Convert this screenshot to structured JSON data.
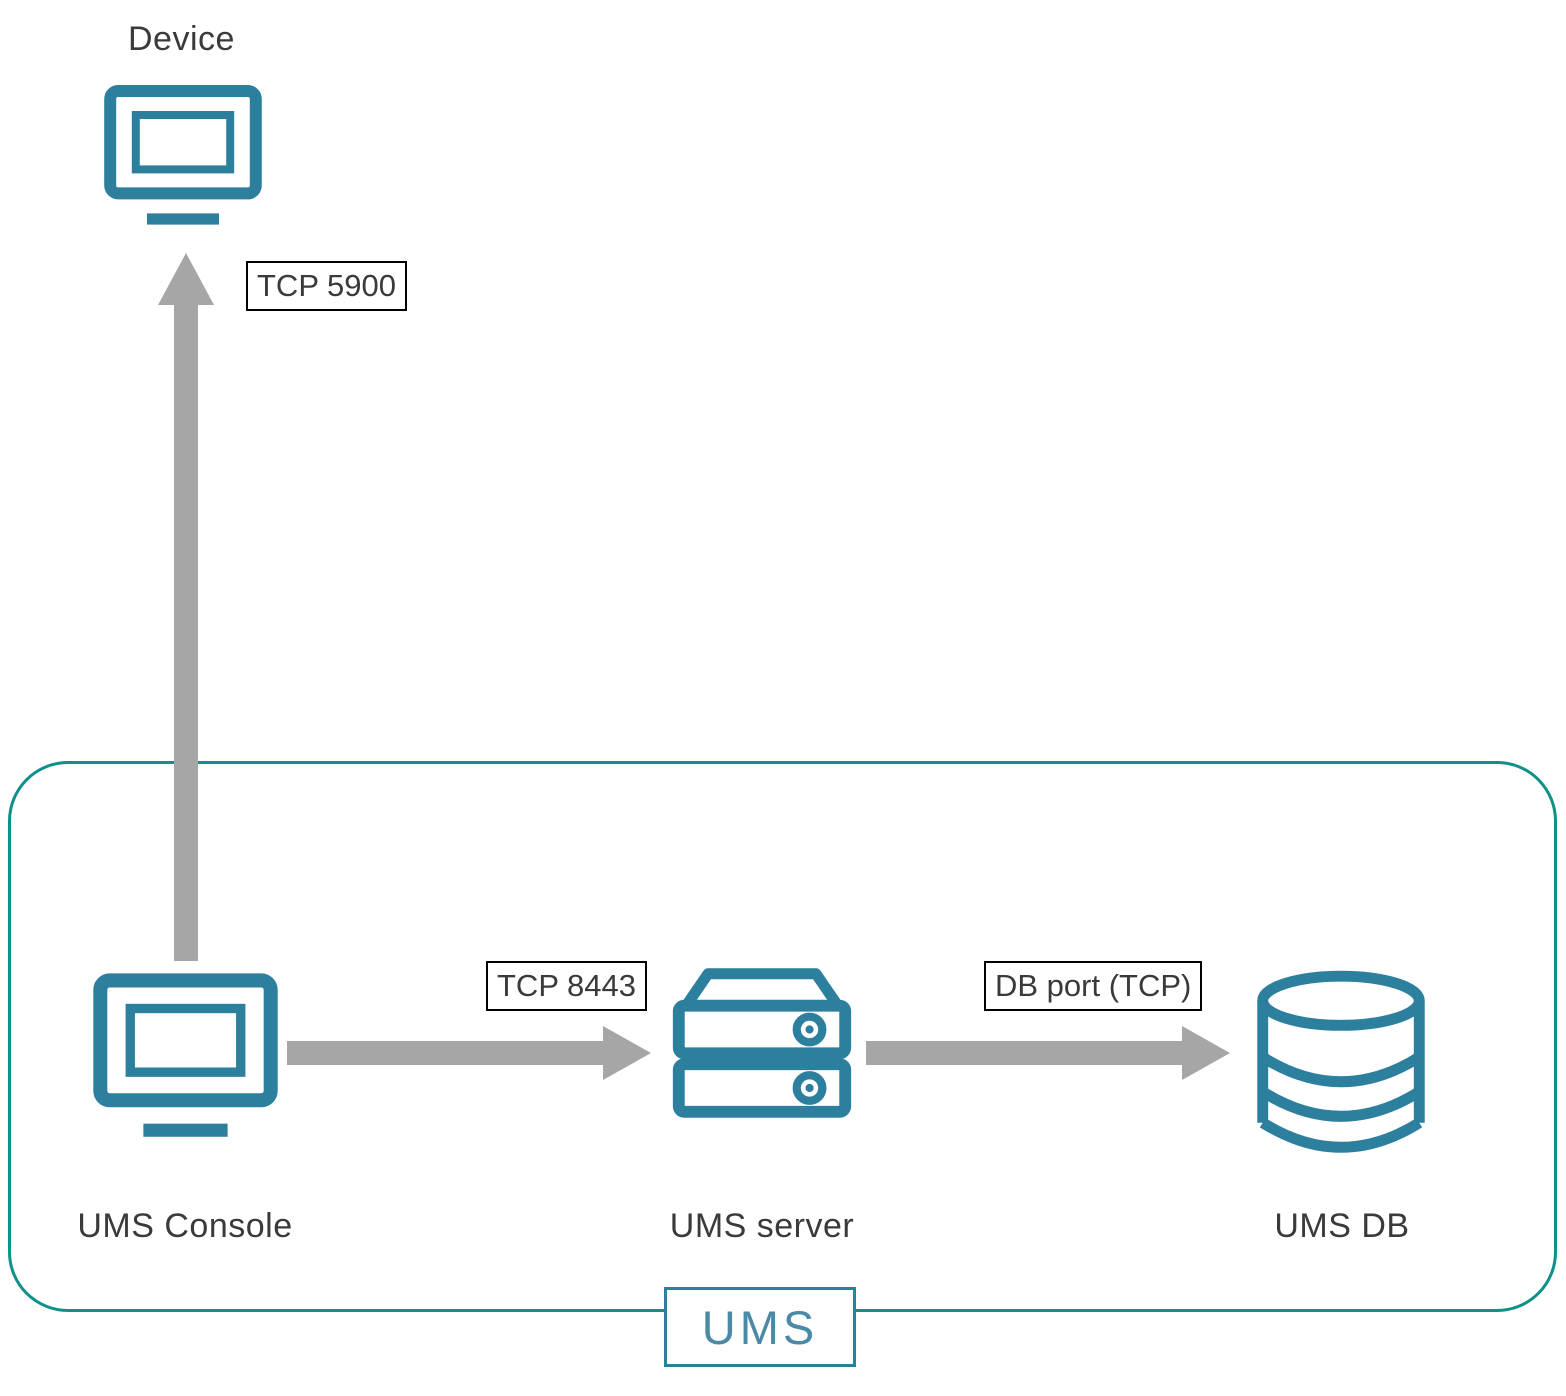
{
  "diagram": {
    "nodes": {
      "device": {
        "label": "Device",
        "icon": "monitor-icon"
      },
      "ums_console": {
        "label": "UMS Console",
        "icon": "monitor-icon"
      },
      "ums_server": {
        "label": "UMS server",
        "icon": "server-icon"
      },
      "ums_db": {
        "label": "UMS DB",
        "icon": "database-icon"
      }
    },
    "edges": {
      "console_to_device": {
        "label": "TCP 5900",
        "direction": "up"
      },
      "console_to_server": {
        "label": "TCP 8443",
        "direction": "right"
      },
      "server_to_db": {
        "label": "DB port (TCP)",
        "direction": "right"
      }
    },
    "boundary": {
      "label": "UMS"
    }
  },
  "colors": {
    "icon-teal": "#2d7f9e",
    "boundary-teal": "#0e9188",
    "arrow-gray": "#a6a6a6",
    "label-text": "#3a3a3a",
    "box-border": "#000000"
  }
}
